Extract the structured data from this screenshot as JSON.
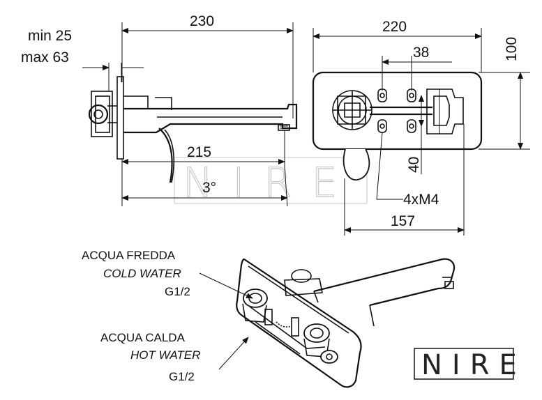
{
  "dimensions": {
    "spout_length": "230",
    "wall_min": "min 25",
    "wall_max": "max 63",
    "reach": "215",
    "angle": "3°",
    "plate_width": "220",
    "plate_height": "100",
    "handle_spacing": "38",
    "mount_vertical": "40",
    "screws": "4xM4",
    "body_width": "157"
  },
  "labels": {
    "cold_it": "ACQUA FREDDA",
    "cold_en": "COLD WATER",
    "cold_thread": "G1/2",
    "hot_it": "ACQUA CALDA",
    "hot_en": "HOT WATER",
    "hot_thread": "G1/2"
  },
  "brand": {
    "logo": "NIRE",
    "watermark": "NIRE"
  }
}
